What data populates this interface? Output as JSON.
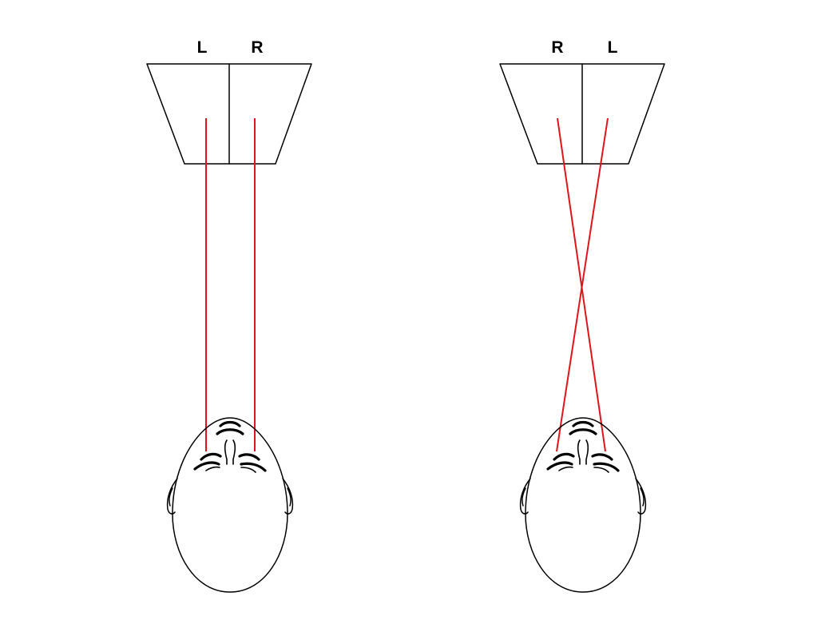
{
  "colors": {
    "background": "#ffffff",
    "line": "#000000",
    "sightline": "#e0151b"
  },
  "left_panel": {
    "label_left": "L",
    "label_right": "R"
  },
  "right_panel": {
    "label_left": "R",
    "label_right": "L"
  }
}
